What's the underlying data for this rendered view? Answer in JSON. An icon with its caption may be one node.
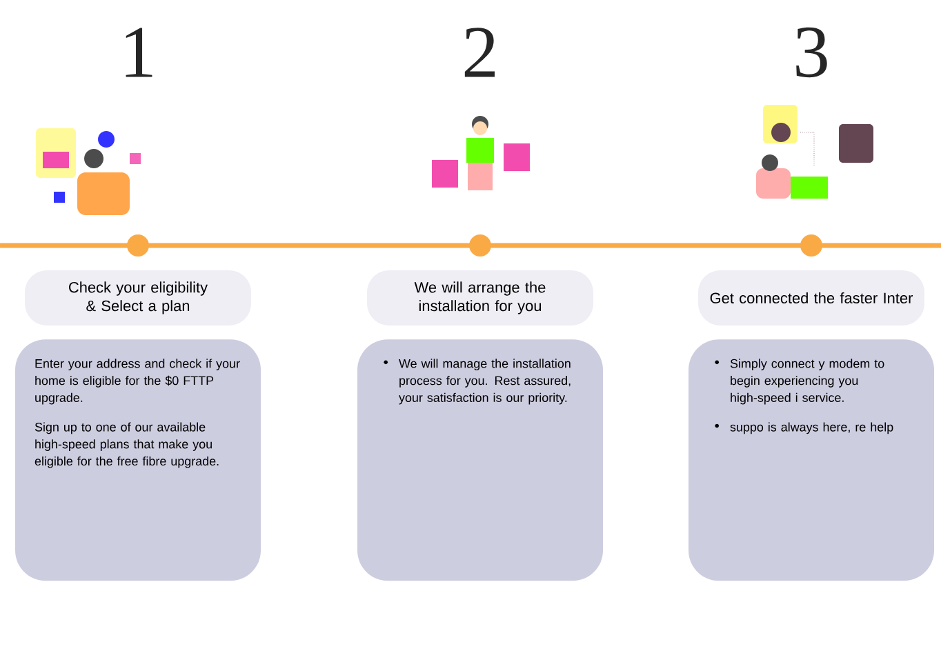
{
  "diagram": {
    "nodes": [
      {
        "text": [
          "Check your eligibility & Select a plan"
        ]
      },
      {
        "text": [
          "Enter your address and check if your home is eligible for the $0 FTTP upgrade.",
          "Sign up to one of our available high-speed plans that make you eligible for the free fibre upgrade."
        ]
      },
      {
        "text": [
          "We will arrange the installation for you"
        ]
      },
      {
        "text": [
          "We will manage the installation process for you. Rest assured, your satisfaction is our priority."
        ]
      },
      {
        "text": [
          "Get connected the faster Inter"
        ]
      },
      {
        "text": [
          "Simply connect y modem to begin experiencing you high-speed i service.",
          "suppo is always here, re help"
        ]
      }
    ],
    "labels": [
      "1",
      "2",
      "3"
    ]
  }
}
